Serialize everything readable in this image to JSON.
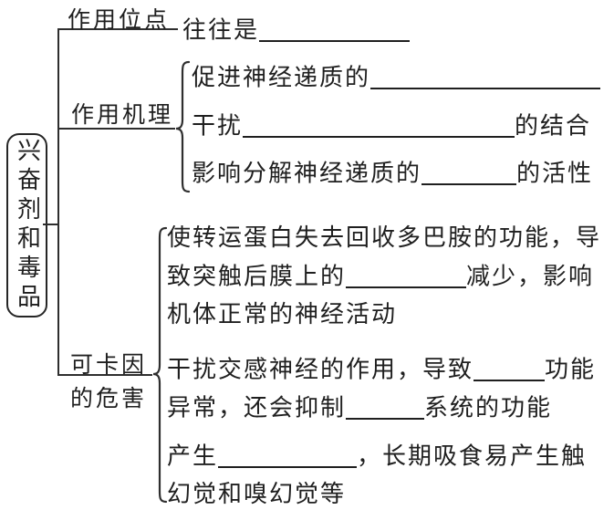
{
  "colors": {
    "ink": "#1f1f1f",
    "paper": "#ffffff"
  },
  "root": {
    "label": "兴奋剂和毒品"
  },
  "branch_site": {
    "label": "作用位点",
    "line": {
      "pre": "往往是"
    }
  },
  "branch_mechanism": {
    "label": "作用机理",
    "items": [
      {
        "pre": "促进神经递质的",
        "post": ""
      },
      {
        "pre": "干扰",
        "post": "的结合"
      },
      {
        "pre": "影响分解神经递质的",
        "post": "的活性"
      }
    ]
  },
  "branch_cocaine": {
    "label_line1": "可卡因",
    "label_line2": "的危害",
    "items": [
      {
        "line1": "使转运蛋白失去回收多巴胺的功能，导",
        "line2_pre": "致突触后膜上的",
        "line2_post": "减少，影响",
        "line3": "机体正常的神经活动"
      },
      {
        "line1_pre": "干扰交感神经的作用，导致",
        "line1_post": "功能",
        "line2_pre": "异常，还会抑制",
        "line2_post": "系统的功能"
      },
      {
        "line1_pre": "产生",
        "line1_post": "，长期吸食易产生触",
        "line2": "幻觉和嗅幻觉等"
      }
    ]
  }
}
